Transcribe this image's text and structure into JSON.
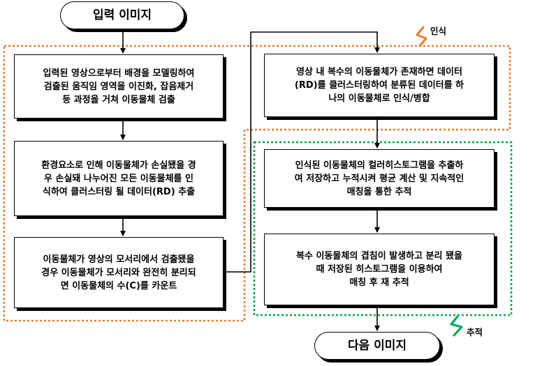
{
  "start": "입력 이미지",
  "end": "다음 이미지",
  "labels": {
    "recognition": "인식",
    "tracking": "추적"
  },
  "left_steps": [
    "입력된 영상으로부터 배경을 모델링하여\n검출된 움직임 영역을 이진화, 잡음제거\n등 과정을 거쳐 이동물체 검출",
    "환경요소로 인해 이동물체가 손실됐을 경\n우 손실돼 나누어진 모든 이동물체를 인\n식하여 클러스터링 될 데이터(RD) 추출",
    "이동물체가 영상의 모서리에서 검출됐을\n경우 이동물체가 모서리와 완전히 분리되\n면 이동물체의 수(C)를 카운트"
  ],
  "right_steps": [
    "영상 내 복수의 이동물체가 존재하면 데이터\n(RD)를 클러스터링하여 분류된 데이터를 하\n나의 이동물체로 인식/병합",
    "인식된 이동물체의 컬러히스토그램을 추출하\n여 저장하고 누적시켜 평균 계산 및 지속적인\n매칭을 통한 추적",
    "복수 이동물체의 겹침이 발생하고 분리 됐을\n때 저장된 히스토그램을 이용하여\n매칭 후 재 추적"
  ],
  "colors": {
    "recognition_border": "#ED7D31",
    "tracking_border": "#00A550",
    "wire": "#000000"
  }
}
